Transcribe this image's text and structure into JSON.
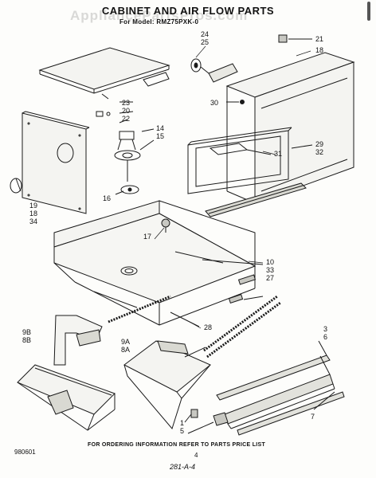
{
  "title": "CABINET AND AIR FLOW PARTS",
  "model": "For Model: RMZ75PXK-0",
  "watermark": "AppliancePartsPros.com",
  "footer_note": "FOR ORDERING INFORMATION REFER TO PARTS PRICE LIST",
  "page_number": "4",
  "doc_code": "980601",
  "handwritten_code": "281-A-4",
  "callouts": [
    {
      "id": "c-24-25",
      "text": "24\n25"
    },
    {
      "id": "c-21",
      "text": "21"
    },
    {
      "id": "c-18-top",
      "text": "18"
    },
    {
      "id": "c-30",
      "text": "30"
    },
    {
      "id": "c-23-20-22",
      "text": "23\n20\n22"
    },
    {
      "id": "c-14-15",
      "text": "14\n15"
    },
    {
      "id": "c-31",
      "text": "31"
    },
    {
      "id": "c-29-32",
      "text": "29\n32"
    },
    {
      "id": "c-16",
      "text": "16"
    },
    {
      "id": "c-19-18-34",
      "text": "19\n18\n34"
    },
    {
      "id": "c-17",
      "text": "17"
    },
    {
      "id": "c-10-33-27",
      "text": "10\n33\n27"
    },
    {
      "id": "c-28",
      "text": "28"
    },
    {
      "id": "c-9b-8b",
      "text": "9B\n8B"
    },
    {
      "id": "c-9a-8a",
      "text": "9A\n8A"
    },
    {
      "id": "c-3-6",
      "text": "3\n6"
    },
    {
      "id": "c-7",
      "text": "7"
    },
    {
      "id": "c-1-5",
      "text": "1\n5"
    }
  ]
}
